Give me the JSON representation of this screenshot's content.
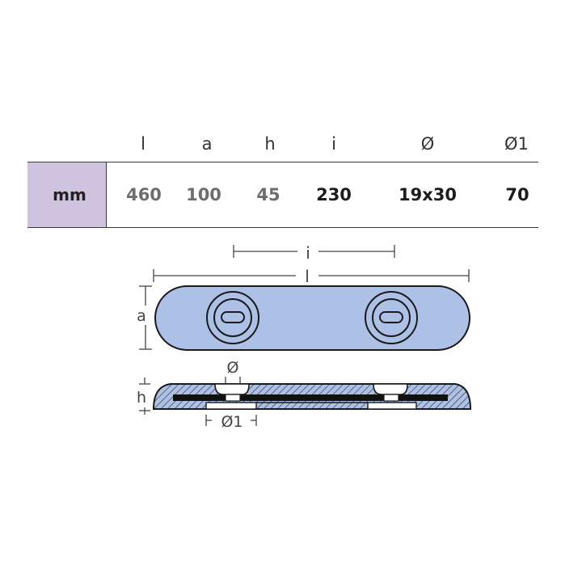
{
  "table": {
    "headers": [
      "l",
      "a",
      "h",
      "i",
      "Ø",
      "Ø1"
    ],
    "unit": "mm",
    "values": [
      "460",
      "100",
      "45",
      "230",
      "19x30",
      "70"
    ]
  },
  "diagram": {
    "labels": {
      "i": "i",
      "l": "l",
      "a": "a",
      "h": "h",
      "hole": "Ø",
      "hole1": "Ø1"
    }
  },
  "colors": {
    "body_fill": "#adc0e6",
    "outline": "#1a1a1a",
    "header_cell": "#cfc3df",
    "value_grey": "#6d6d6d",
    "value_dark": "#1c1c1c"
  }
}
